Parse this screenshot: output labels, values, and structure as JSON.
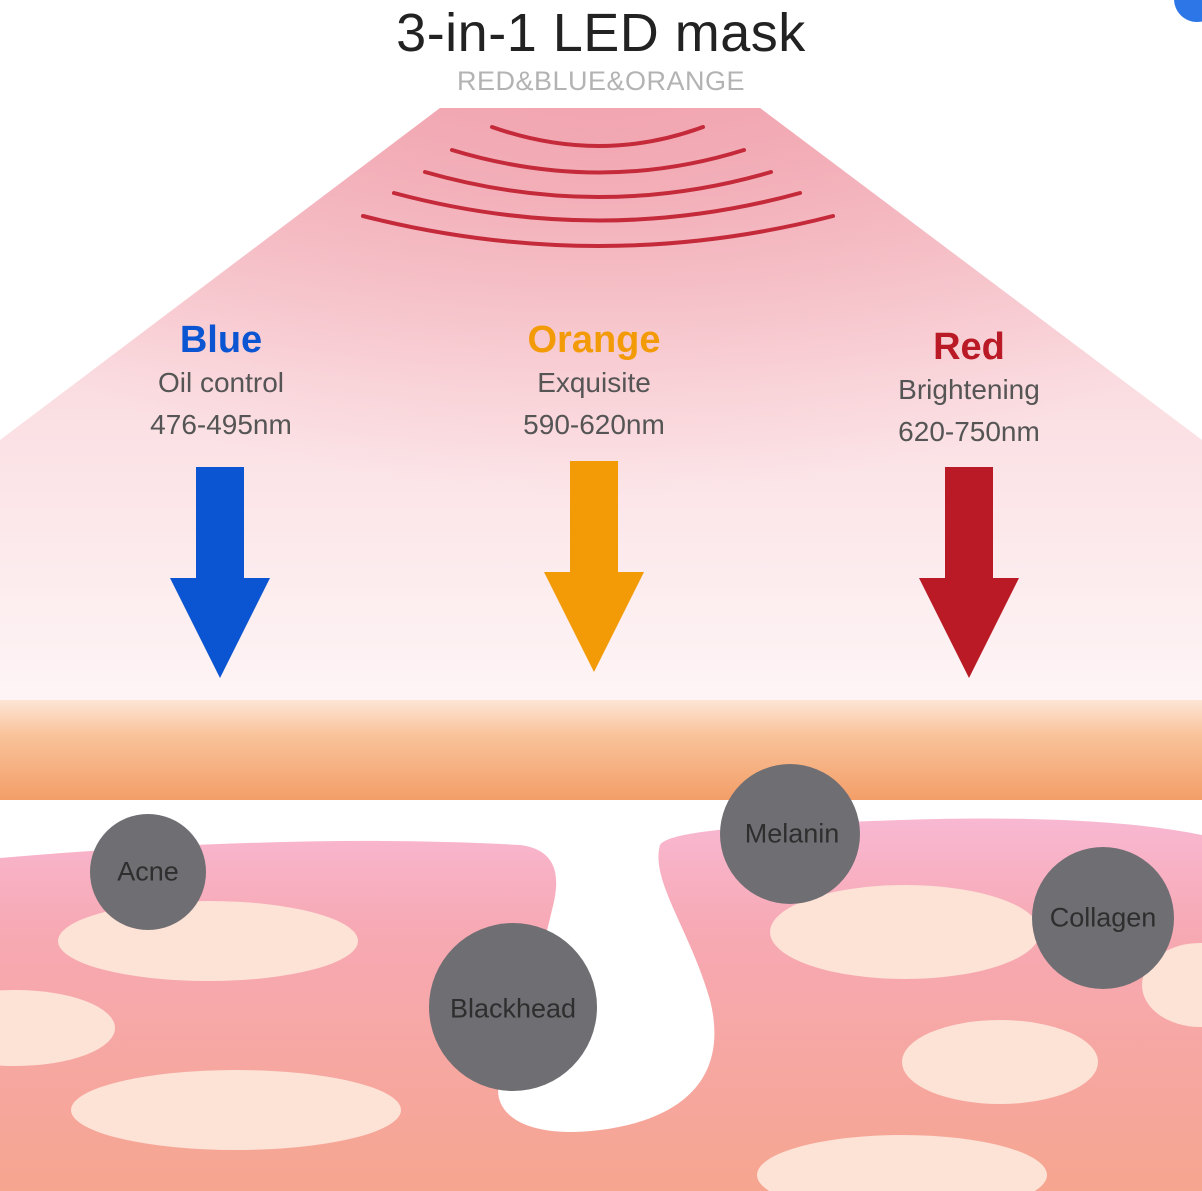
{
  "header": {
    "title": "3-in-1 LED mask",
    "subtitle": "RED&BLUE&ORANGE"
  },
  "lights": [
    {
      "name": "Blue",
      "effect": "Oil control",
      "range": "476-495nm",
      "color": "#0b55d2"
    },
    {
      "name": "Orange",
      "effect": "Exquisite",
      "range": "590-620nm",
      "color": "#f39a07"
    },
    {
      "name": "Red",
      "effect": "Brightening",
      "range": "620-750nm",
      "color": "#b91a25"
    }
  ],
  "skin_cells": [
    {
      "label": "Acne"
    },
    {
      "label": "Blackhead"
    },
    {
      "label": "Melanin"
    },
    {
      "label": "Collagen"
    }
  ],
  "colors": {
    "wave": "#c42a39",
    "beam": "#f4b9c1",
    "epidermis_top": "#fbd9bd",
    "epidermis_bottom": "#f3a068",
    "dermis_top": "#f8b8d0",
    "dermis_bottom": "#f6a592",
    "cell_fill": "#fde2d6",
    "target_fill": "#6f6e73"
  }
}
